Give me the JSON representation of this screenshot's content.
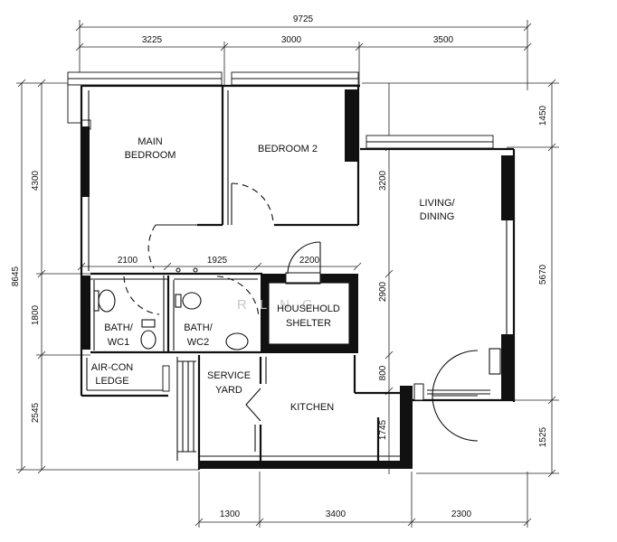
{
  "dimensions": {
    "total_width": "9725",
    "top": [
      "3225",
      "3000",
      "3500"
    ],
    "inner": [
      "2100",
      "1925",
      "2200"
    ],
    "bottom": [
      "1300",
      "3400",
      "2300"
    ],
    "left_total": "8645",
    "left": [
      "4300",
      "1800",
      "2545"
    ],
    "inner_vertical": [
      "3200",
      "2900",
      "800",
      "1745"
    ],
    "right": [
      "1450",
      "5670",
      "1525"
    ]
  },
  "rooms": {
    "main_bedroom": [
      "MAIN",
      "BEDROOM"
    ],
    "bedroom2": [
      "BEDROOM 2"
    ],
    "living_dining": [
      "LIVING/",
      "DINING"
    ],
    "bath1": [
      "BATH/",
      "WC1"
    ],
    "bath2": [
      "BATH/",
      "WC2"
    ],
    "household_shelter": [
      "HOUSEHOLD",
      "SHELTER"
    ],
    "aircon_ledge": [
      "AIR-CON",
      "LEDGE"
    ],
    "service_yard": [
      "SERVICE",
      "YARD"
    ],
    "kitchen": [
      "KITCHEN"
    ]
  },
  "watermark": "RLNG"
}
